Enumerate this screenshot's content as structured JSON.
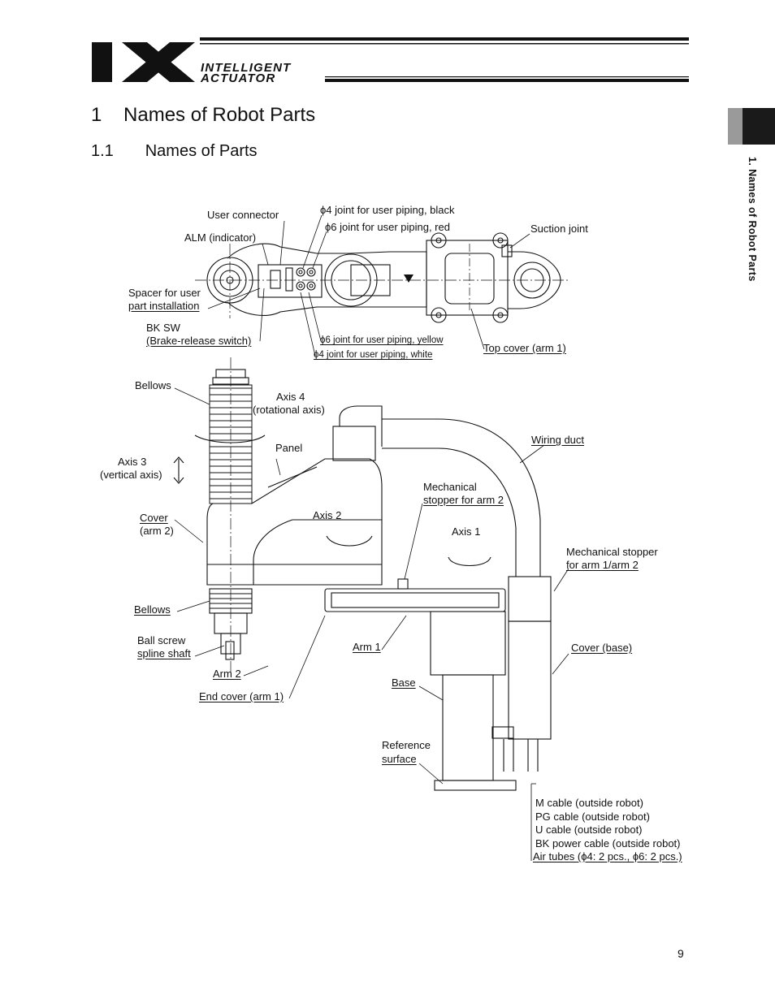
{
  "header": {
    "logo_mark": "IX",
    "logo_line1": "INTELLIGENT",
    "logo_line2": "ACTUATOR"
  },
  "chapter": {
    "number": "1",
    "title": "Names of Robot Parts"
  },
  "section": {
    "number": "1.1",
    "title": "Names of Parts"
  },
  "side_tab": {
    "text": "1. Names of Robot Parts"
  },
  "top_view_labels": {
    "user_connector": "User connector",
    "alm_indicator": "ALM (indicator)",
    "spacer_line1": "Spacer for user",
    "spacer_line2": "part installation",
    "bk_sw_line1": "BK SW",
    "bk_sw_line2": "(Brake-release switch)",
    "phi4_black": "ϕ4 joint for user piping, black",
    "phi6_red": "ϕ6 joint for user piping, red",
    "phi6_yellow": "ϕ6 joint for user piping, yellow",
    "phi4_white": "ϕ4 joint for user piping, white",
    "suction_joint": "Suction joint",
    "top_cover": "Top cover (arm 1)"
  },
  "side_view_labels": {
    "bellows_top": "Bellows",
    "axis4_line1": "Axis 4",
    "axis4_line2": "(rotational axis)",
    "panel": "Panel",
    "axis3_line1": "Axis 3",
    "axis3_line2": "(vertical axis)",
    "cover_arm2_line1": "Cover",
    "cover_arm2_line2": "(arm 2)",
    "axis2": "Axis 2",
    "wiring_duct": "Wiring duct",
    "mech_stopper_arm2_line1": "Mechanical",
    "mech_stopper_arm2_line2": "stopper for arm 2",
    "axis1": "Axis 1",
    "mech_stopper_arm12_line1": "Mechanical stopper",
    "mech_stopper_arm12_line2": "for arm 1/arm 2",
    "bellows_bottom": "Bellows",
    "ball_screw_line1": "Ball screw",
    "ball_screw_line2": "spline shaft",
    "arm1": "Arm 1",
    "cover_base": "Cover (base)",
    "arm2": "Arm 2",
    "end_cover": "End cover (arm 1)",
    "base": "Base",
    "reference_line1": "Reference",
    "reference_line2": "surface"
  },
  "cables": [
    "M cable (outside robot)",
    "PG cable (outside robot)",
    "U cable (outside robot)",
    "BK power cable (outside robot)",
    "Air tubes (ϕ4: 2 pcs., ϕ6: 2 pcs.)"
  ],
  "page_number": "9",
  "colors": {
    "ink": "#111111",
    "tab_dark": "#1a1a1a",
    "tab_gray": "#9a9a9a"
  }
}
